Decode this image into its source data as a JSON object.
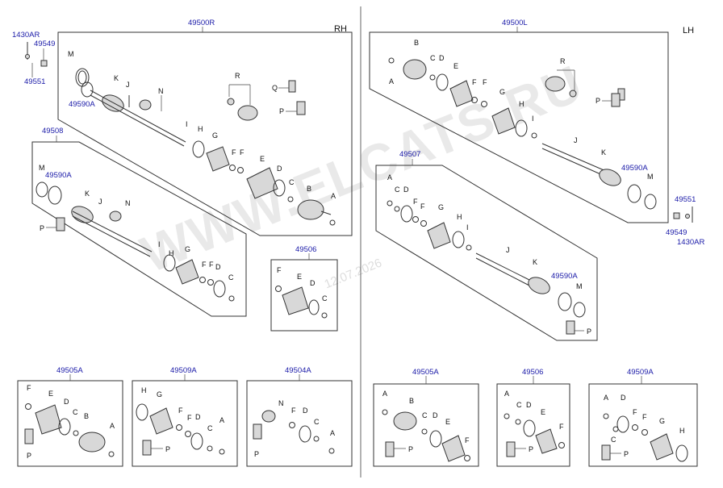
{
  "watermark": {
    "text": "WWW.ELCATS.RU",
    "date": "12.07.2026"
  },
  "sides": {
    "rh": "RH",
    "lh": "LH"
  },
  "part_numbers": {
    "rh_assy": "49500R",
    "lh_assy": "49500L",
    "rh_inner": "49508",
    "lh_inner": "49507",
    "rh_kit": "49506",
    "nut": "1430AR",
    "washer": "49549",
    "pin": "49551",
    "damper": "49590A",
    "kits_rh": [
      "49505A",
      "49509A",
      "49504A"
    ],
    "kits_lh": [
      "49505A",
      "49506",
      "49509A"
    ]
  },
  "letters": [
    "A",
    "B",
    "C",
    "D",
    "E",
    "F",
    "G",
    "H",
    "I",
    "J",
    "K",
    "M",
    "N",
    "P",
    "Q",
    "R"
  ]
}
